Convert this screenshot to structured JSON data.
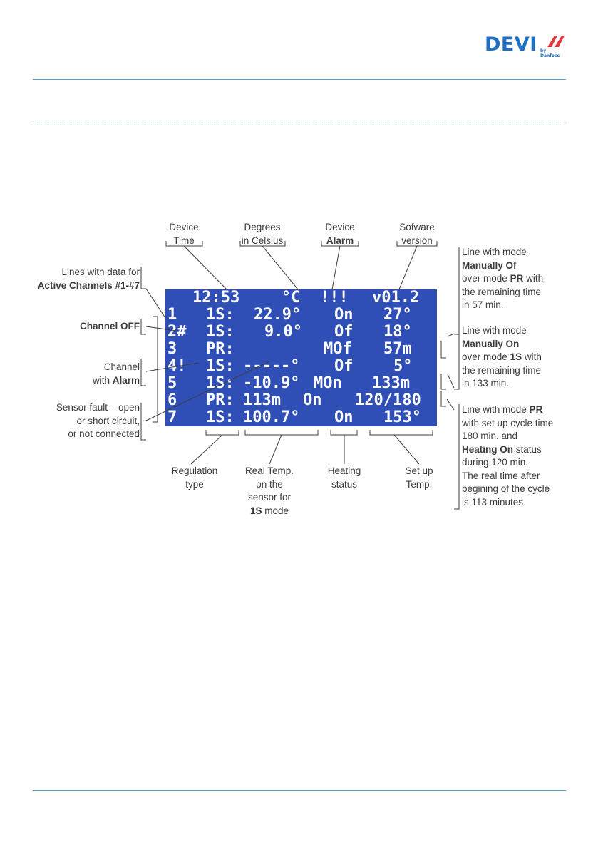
{
  "brand": {
    "name": "DEVI",
    "sub": "by Danfoss"
  },
  "lcd": {
    "header": [
      "12:53",
      "°C",
      "!!!",
      "v01.2"
    ],
    "rows": [
      [
        "1",
        "1S:",
        "22.9°",
        "On",
        "27°"
      ],
      [
        "2#",
        "1S:",
        "9.0°",
        "Of",
        "18°"
      ],
      [
        "3",
        "PR:",
        "",
        "MOf",
        "57m"
      ],
      [
        "4!",
        "1S:",
        "-----°",
        "Of",
        "5°"
      ],
      [
        "5",
        "1S:",
        "-10.9°",
        "MOn",
        "133m"
      ],
      [
        "6",
        "PR:",
        "113m",
        "On",
        "120/180"
      ],
      [
        "7",
        "1S:",
        "100.7°",
        "On",
        "153°"
      ]
    ]
  },
  "labels": {
    "device_time": [
      "Device",
      "Time"
    ],
    "degrees": [
      "Degrees",
      "in Celsius"
    ],
    "device_alarm": [
      "Device",
      "Alarm"
    ],
    "software": [
      "Sofware",
      "version"
    ],
    "active_channels": [
      "Lines with data for",
      "Active Channels #1-#7"
    ],
    "channel_off": "Channel OFF",
    "channel_alarm": [
      "Channel",
      "with",
      "Alarm"
    ],
    "sensor_fault": [
      "Sensor fault – open",
      "or short circuit,",
      "or not connected"
    ],
    "regulation": [
      "Regulation",
      "type"
    ],
    "real_temp": [
      "Real Temp.",
      "on the",
      "sensor for",
      "1S",
      "mode"
    ],
    "heating": [
      "Heating",
      "status"
    ],
    "setup": [
      "Set up",
      "Temp."
    ],
    "manual_off": [
      "Line with mode",
      "Manually Of",
      "over mode",
      "PR",
      "with",
      "the remaining time",
      "in 57 min."
    ],
    "manual_on": [
      "Line with mode",
      "Manually On",
      "over mode",
      "1S",
      "with",
      "the remaining time",
      "in 133 min."
    ],
    "pr_mode": [
      "Line with mode",
      "PR",
      "with set up cycle time",
      "180 min. and",
      "Heating On",
      "status",
      "during 120 min.",
      "The real time after",
      "begining of the cycle",
      "is 113 minutes"
    ]
  }
}
